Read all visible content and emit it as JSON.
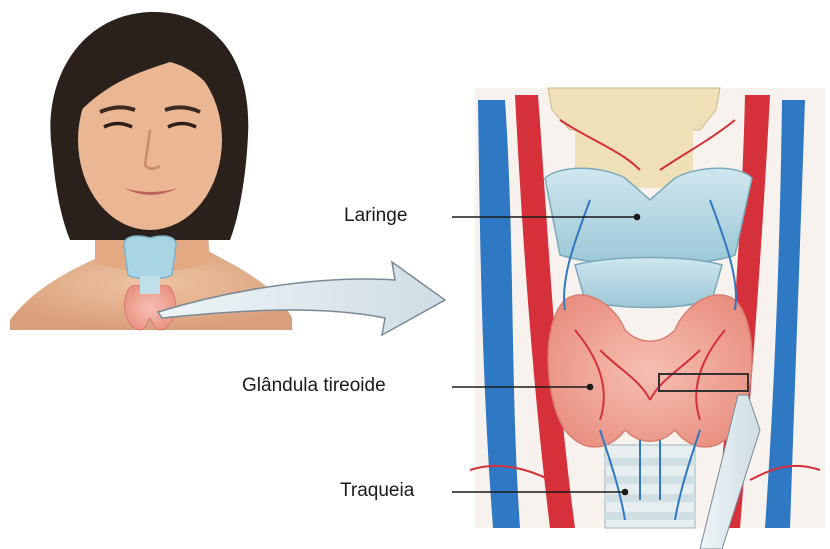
{
  "labels": {
    "larynx": "Laringe",
    "thyroid": "Glândula tireoide",
    "trachea": "Traqueia"
  },
  "colors": {
    "artery": "#d6303a",
    "vein": "#2f78c4",
    "cartilage": "#b9dbe6",
    "thyroid_tissue": "#f0a79a",
    "bone": "#efe0b8",
    "skin": "#e8b38f",
    "callout": "#dde8ee"
  }
}
